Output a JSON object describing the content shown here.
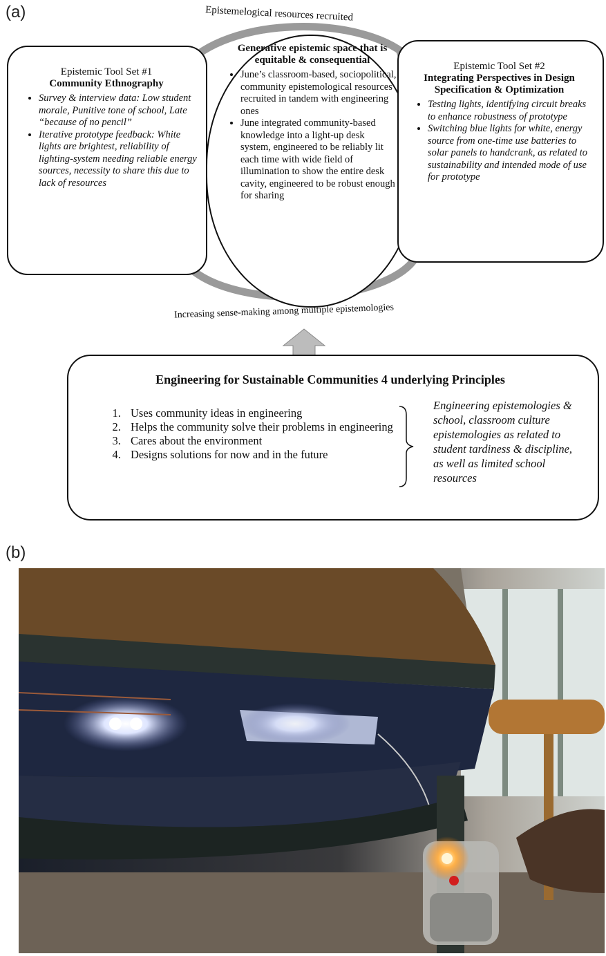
{
  "panel_a_label": "(a)",
  "panel_b_label": "(b)",
  "top_arc_label": "Epistemelogical resources recruited",
  "bottom_arc_label": "Increasing sense-making among multiple epistemologies",
  "left_box": {
    "header": "Epistemic Tool Set #1",
    "title": "Community Ethnography",
    "bullets": [
      "Survey & interview data: Low student morale, Punitive tone of school, Late “because of no pencil”",
      "Iterative prototype feedback: White lights are brightest, reliability of lighting-system needing reliable energy sources, necessity to share this due to lack of resources"
    ]
  },
  "center_box": {
    "title": "Generative epistemic space that is equitable & consequential",
    "bullets": [
      "June’s classroom-based, sociopolitical, community epistemological resources recruited in tandem with engineering ones",
      "June integrated community-based knowledge into a light-up desk system, engineered to be reliably lit each time with wide field of illumination to show the entire desk cavity, engineered to be robust enough for sharing"
    ]
  },
  "right_box": {
    "header": "Epistemic Tool Set #2",
    "title": "Integrating Perspectives in Design Specification & Optimization",
    "bullets": [
      "Testing lights, identifying circuit breaks to enhance robustness of prototype",
      "Switching blue lights for white, energy source from one-time use batteries to solar panels to handcrank, as related to sustainability and intended mode of use for prototype"
    ]
  },
  "principles_box": {
    "title": "Engineering for Sustainable Communities 4 underlying Principles",
    "items": [
      "Uses community ideas in engineering",
      "Helps the community solve their problems in engineering",
      "Cares about the environment",
      "Designs solutions for now and in the future"
    ],
    "note": "Engineering epistemologies & school, classroom culture epistemologies as related to student tardiness & discipline, as well as limited school resources"
  },
  "colors": {
    "arrow_gray": "#9a9a9a",
    "border": "#111111"
  }
}
